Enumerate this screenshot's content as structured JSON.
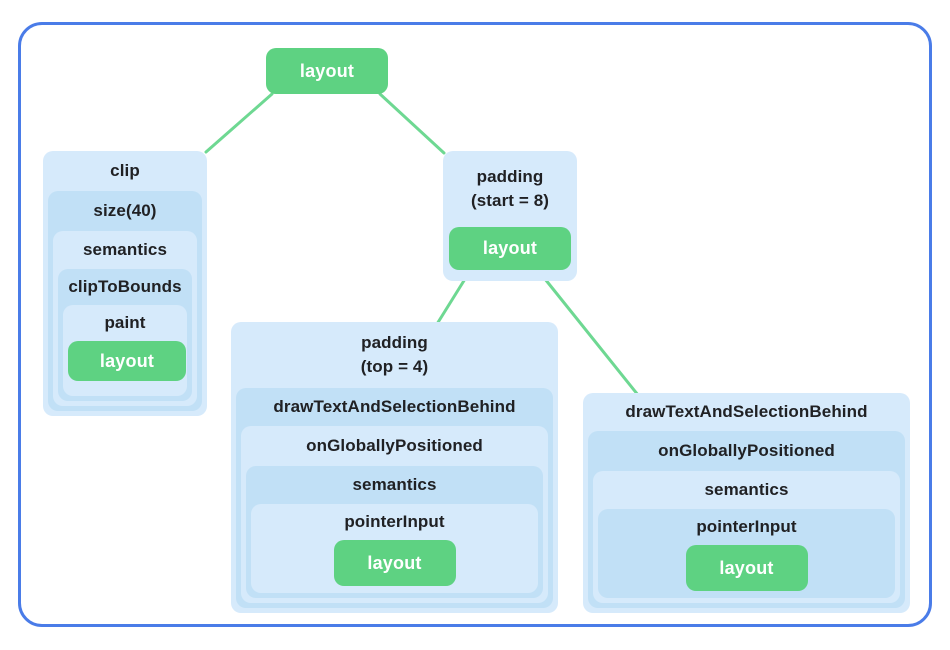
{
  "diagram_title": "modifier-chain-tree",
  "nodes": {
    "root": "layout",
    "clip": {
      "label": "clip",
      "nested": [
        "size(40)",
        "semantics",
        "clipToBounds",
        "paint"
      ],
      "leaf": "layout"
    },
    "padding_start": {
      "line1": "padding",
      "line2": "(start = 8)",
      "leaf": "layout"
    },
    "padding_top": {
      "line1": "padding",
      "line2": "(top = 4)",
      "nested": [
        "drawTextAndSelectionBehind",
        "onGloballyPositioned",
        "semantics",
        "pointerInput"
      ],
      "leaf": "layout"
    },
    "draw_right": {
      "label": "drawTextAndSelectionBehind",
      "nested": [
        "onGloballyPositioned",
        "semantics",
        "pointerInput"
      ],
      "leaf": "layout"
    }
  },
  "edges": [
    {
      "from": "root-layout",
      "to": "clip"
    },
    {
      "from": "root-layout",
      "to": "padding (start = 8)"
    },
    {
      "from": "padding (start = 8) layout",
      "to": "padding (top = 4)"
    },
    {
      "from": "padding (start = 8) layout",
      "to": "drawTextAndSelectionBehind"
    }
  ],
  "colors": {
    "frame_border": "#4a7ce8",
    "box_light": "#d6eafb",
    "box_mid": "#c1e0f6",
    "node_green": "#5ed282",
    "edge_green": "#6ed892",
    "label_text": "#202124"
  }
}
